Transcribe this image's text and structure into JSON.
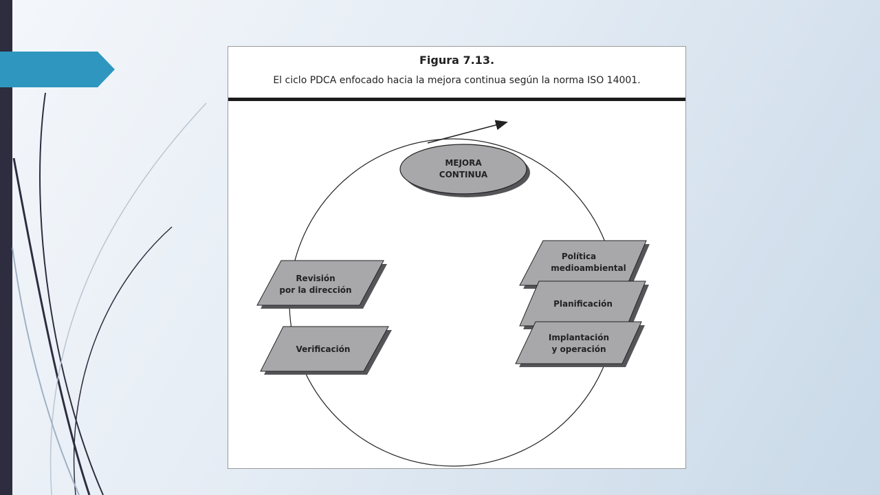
{
  "slide": {
    "accent_color": "#2f97bf",
    "sidebar_color": "#2e2d3f"
  },
  "figure": {
    "title": "Figura 7.13.",
    "caption": "El ciclo PDCA enfocado hacia la mejora continua según la norma ISO 14001."
  },
  "diagram": {
    "center_node": {
      "line1": "MEJORA",
      "line2": "CONTINUA"
    },
    "steps": [
      {
        "line1": "Política",
        "line2": "medioambiental"
      },
      {
        "line1": "Planificación",
        "line2": ""
      },
      {
        "line1": "Implantación",
        "line2": "y operación"
      },
      {
        "line1": "Verificación",
        "line2": ""
      },
      {
        "line1": "Revisión",
        "line2": "por la dirección"
      }
    ],
    "node_fill": "#a8a8ab",
    "node_shadow": "#555559"
  }
}
